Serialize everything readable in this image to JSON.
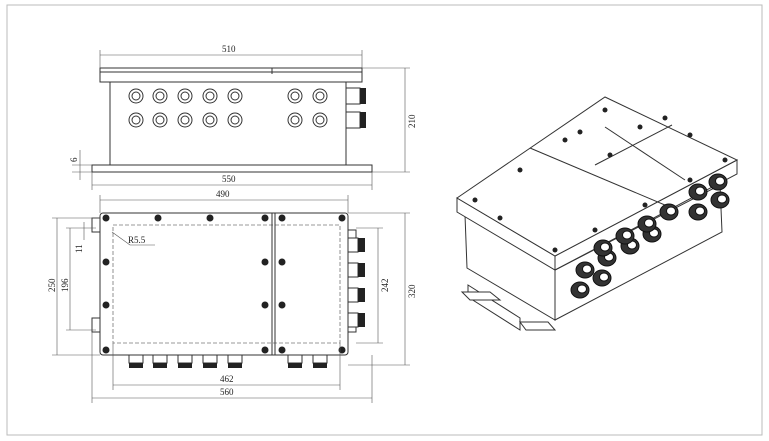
{
  "dimensions": {
    "front_width": "510",
    "front_height": "210",
    "base_thickness": "6",
    "base_width": "550",
    "top_width": "490",
    "fillet_radius": "R5.5",
    "slot_width": "11",
    "mount_spacing_inner": "196",
    "mount_spacing_outer": "250",
    "right_gland_span": "242",
    "depth": "320",
    "inner_width": "462",
    "overall_width": "560"
  },
  "colors": {
    "line": "#333333",
    "frame": "#bbbbbb"
  }
}
